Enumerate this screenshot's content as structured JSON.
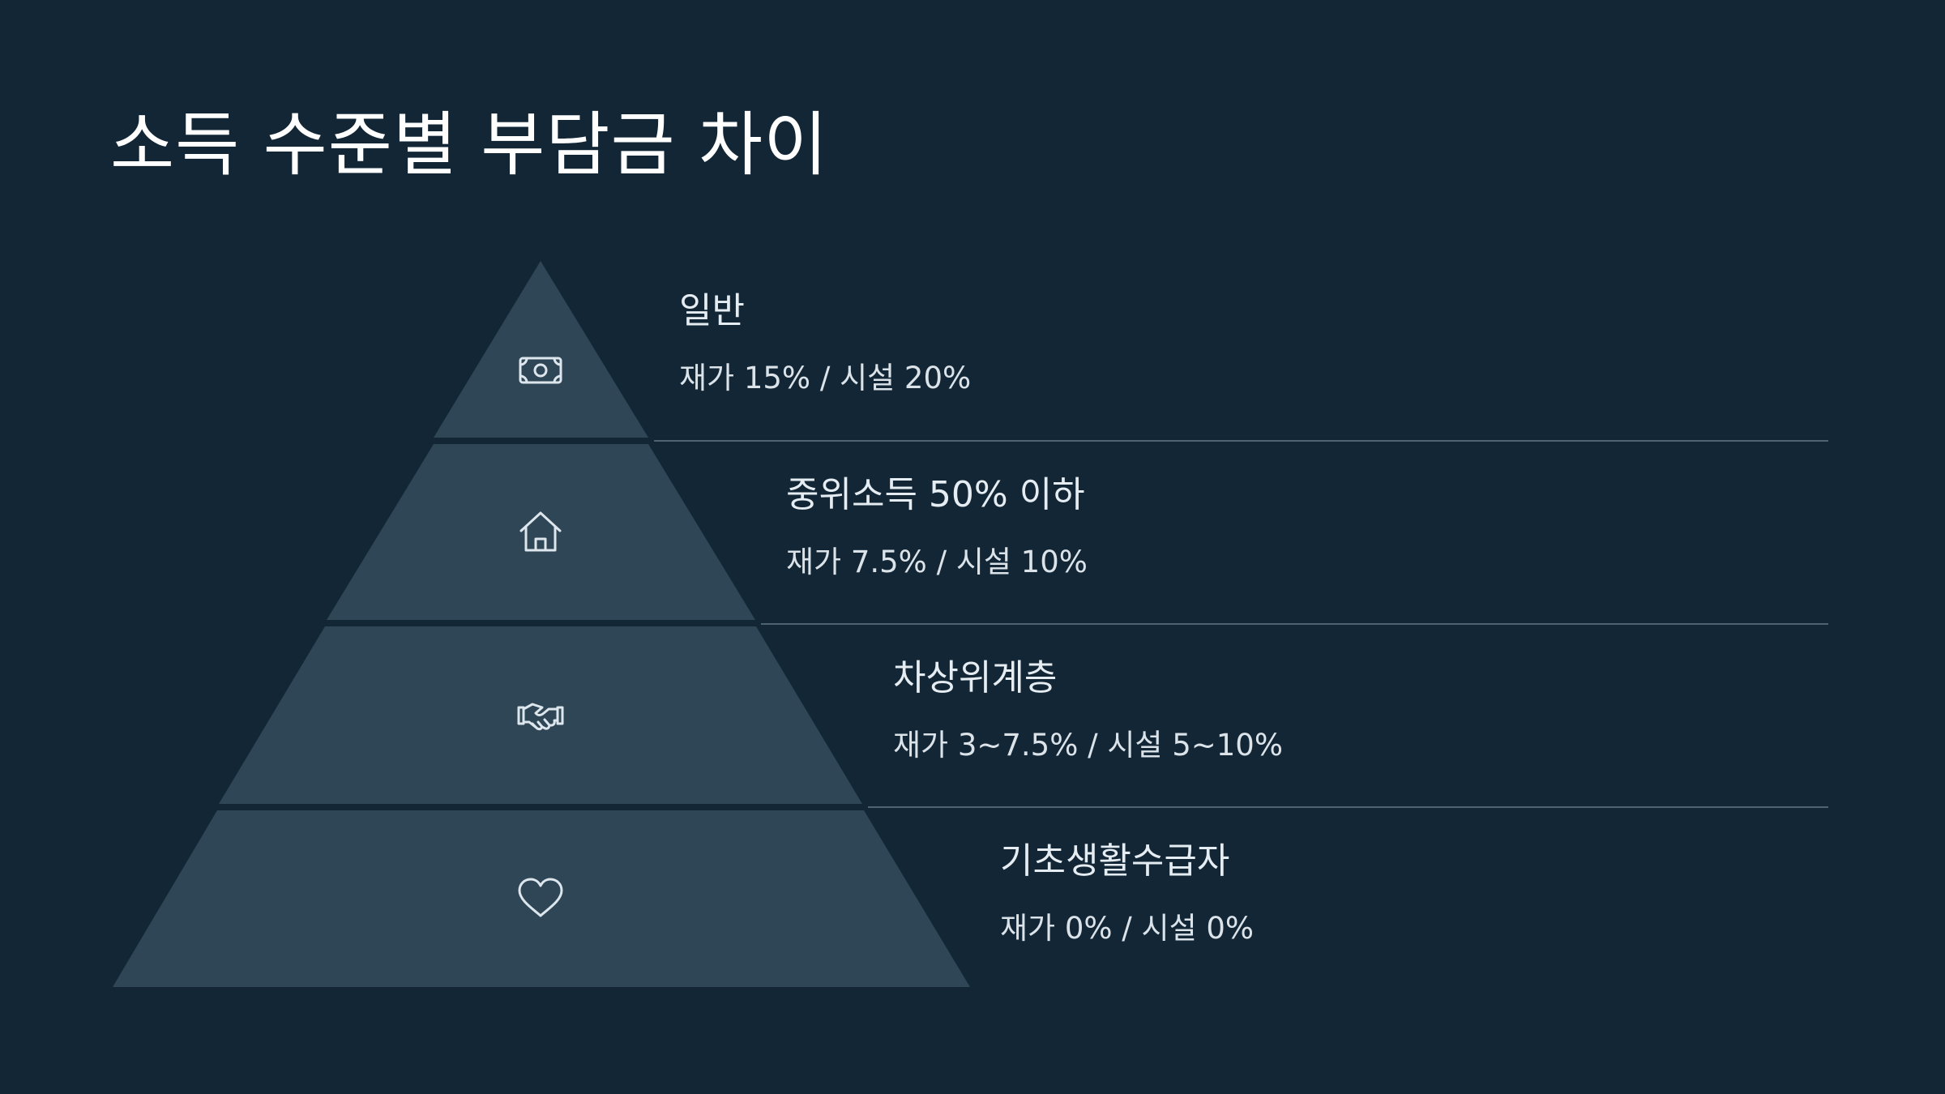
{
  "title": "소득 수준별 부담금 차이",
  "colors": {
    "background": "#122636",
    "tier_fill": "#2e4656",
    "divider": "#4d6373",
    "text": "#e6edf2"
  },
  "tiers": [
    {
      "label": "일반",
      "detail": "재가 15% / 시설 20%",
      "icon": "money-bill-icon"
    },
    {
      "label": "중위소득 50% 이하",
      "detail": "재가 7.5% / 시설 10%",
      "icon": "house-icon"
    },
    {
      "label": "차상위계층",
      "detail": "재가 3~7.5% / 시설 5~10%",
      "icon": "handshake-icon"
    },
    {
      "label": "기초생활수급자",
      "detail": "재가 0% / 시설 0%",
      "icon": "heart-icon"
    }
  ]
}
